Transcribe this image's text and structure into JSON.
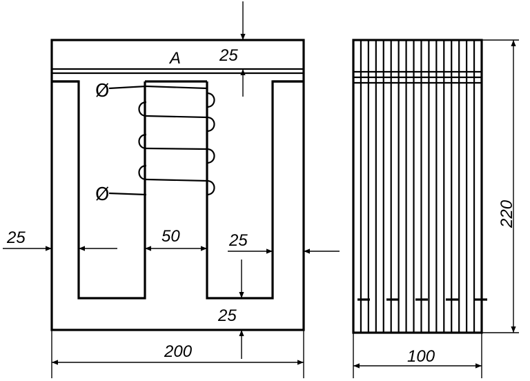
{
  "front_view": {
    "label_a": "A",
    "dim_top_yoke": "25",
    "dim_left_limb": "25",
    "dim_center_limb": "50",
    "dim_right_limb": "25",
    "dim_bottom_yoke": "25",
    "dim_width": "200"
  },
  "side_view": {
    "dim_height": "220",
    "dim_depth": "100",
    "lamination_count": 16
  },
  "terminals": {
    "top_symbol": "Ø",
    "bottom_symbol": "Ø"
  }
}
